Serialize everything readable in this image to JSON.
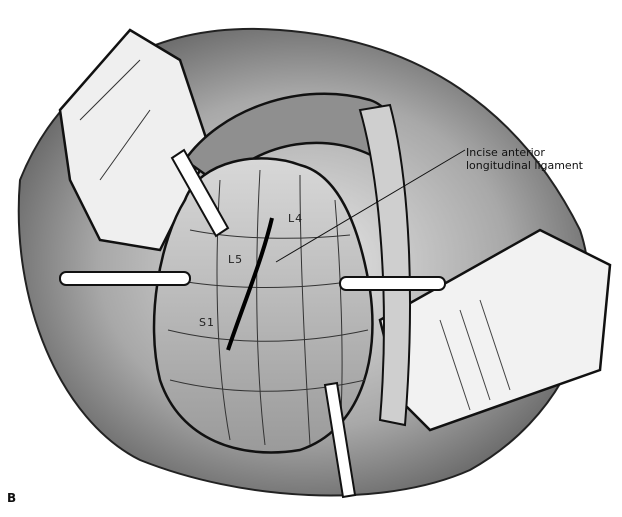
{
  "figure": {
    "panel_letter": "B",
    "callout": {
      "line1": "Incise anterior",
      "line2": "longitudinal ligament"
    },
    "levels": {
      "l4": "L4",
      "l5": "L5",
      "s1": "S1"
    }
  }
}
